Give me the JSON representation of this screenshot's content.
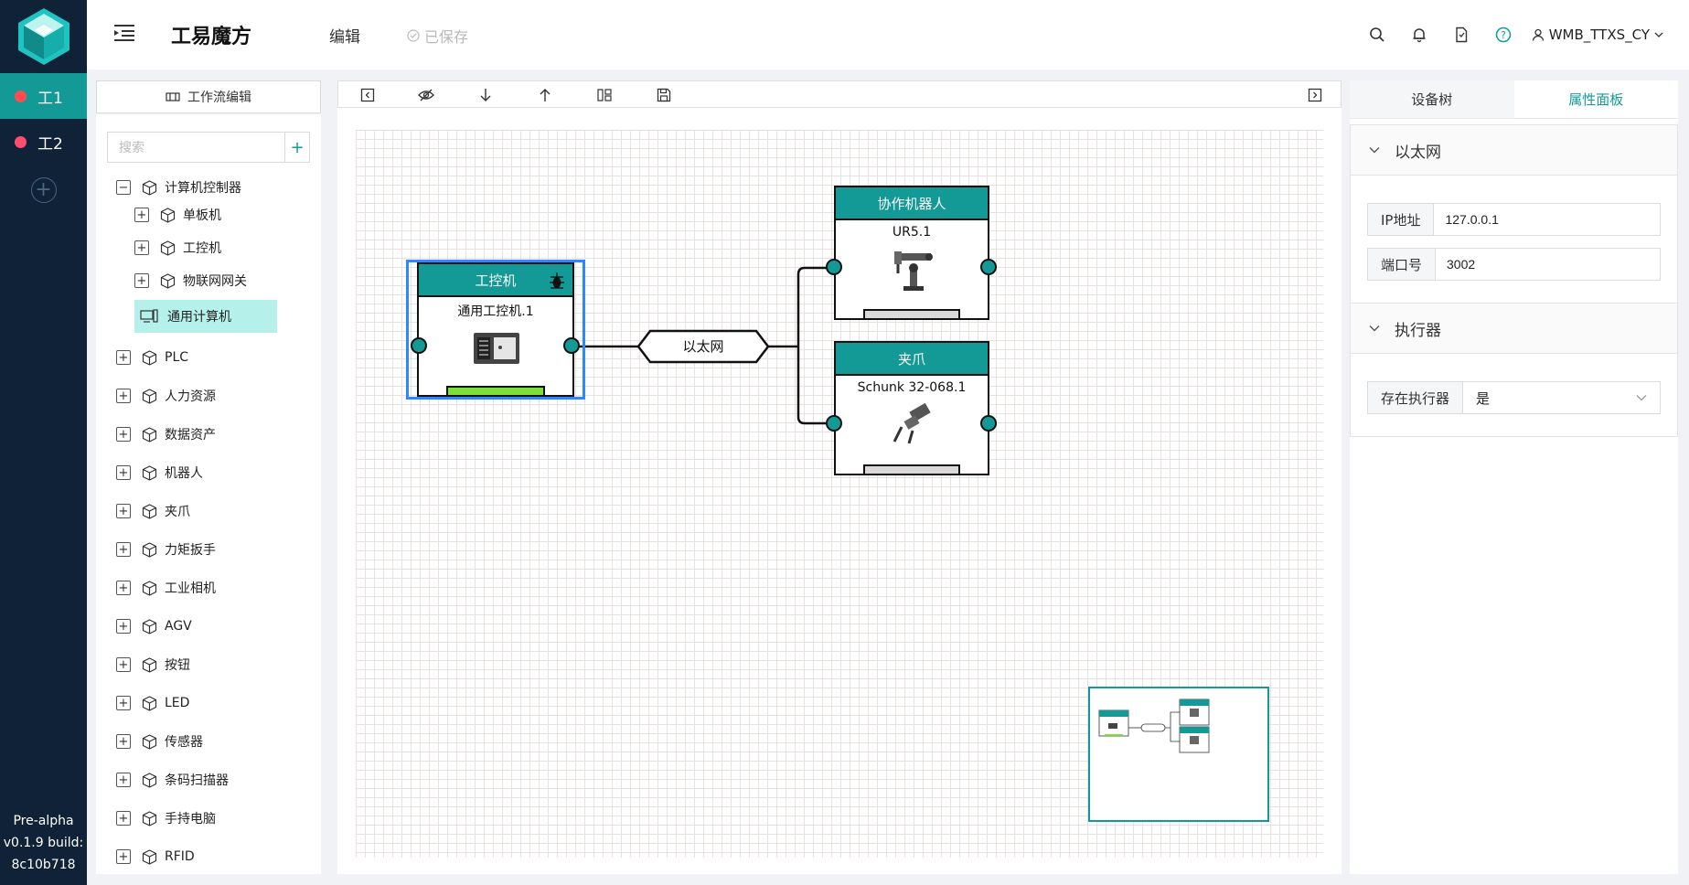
{
  "app": {
    "title": "工易魔方",
    "mode": "编辑",
    "save_status": "已保存",
    "user": "WMB_TTXS_CY",
    "accent_color": "#139a96",
    "top_icons": [
      "search-icon",
      "bell-icon",
      "document-icon",
      "help-icon"
    ]
  },
  "rail": {
    "tabs": [
      {
        "label": "工1",
        "dot_color": "#ff4d4f",
        "active": true
      },
      {
        "label": "工2",
        "dot_color": "#ff4d6d",
        "active": false
      }
    ],
    "version_lines": [
      "Pre-alpha",
      "v0.1.9 build:",
      "8c10b718"
    ]
  },
  "left_panel": {
    "workflow_button": "工作流编辑",
    "search_placeholder": "搜索",
    "add_label": "+",
    "tree": [
      {
        "label": "计算机控制器",
        "expander": "−"
      },
      {
        "label": "单板机",
        "expander": "+"
      },
      {
        "label": "工控机",
        "expander": "+"
      },
      {
        "label": "物联网网关",
        "expander": "+"
      },
      {
        "label": "通用计算机",
        "expander": ""
      },
      {
        "label": "PLC",
        "expander": "+"
      },
      {
        "label": "人力资源",
        "expander": "+"
      },
      {
        "label": "数据资产",
        "expander": "+"
      },
      {
        "label": "机器人",
        "expander": "+"
      },
      {
        "label": "夹爪",
        "expander": "+"
      },
      {
        "label": "力矩扳手",
        "expander": "+"
      },
      {
        "label": "工业相机",
        "expander": "+"
      },
      {
        "label": "AGV",
        "expander": "+"
      },
      {
        "label": "按钮",
        "expander": "+"
      },
      {
        "label": "LED",
        "expander": "+"
      },
      {
        "label": "传感器",
        "expander": "+"
      },
      {
        "label": "条码扫描器",
        "expander": "+"
      },
      {
        "label": "手持电脑",
        "expander": "+"
      },
      {
        "label": "RFID",
        "expander": "+"
      }
    ]
  },
  "canvas": {
    "toolbar": [
      "collapse-left-icon",
      "hide-icon",
      "arrow-down-icon",
      "arrow-up-icon",
      "layout-icon",
      "save-icon",
      "collapse-right-icon"
    ],
    "nodes": {
      "ipc": {
        "header": "工控机",
        "name": "通用工控机.1",
        "bar_color": "#7ddf3a"
      },
      "robot": {
        "header": "协作机器人",
        "name": "UR5.1",
        "bar_color": "#d9d9d9"
      },
      "gripper": {
        "header": "夹爪",
        "name": "Schunk 32-068.1",
        "bar_color": "#d9d9d9"
      }
    },
    "link_label": "以太网"
  },
  "right_panel": {
    "tabs": [
      {
        "label": "设备树",
        "active": false
      },
      {
        "label": "属性面板",
        "active": true
      }
    ],
    "sections": {
      "ethernet": {
        "title": "以太网",
        "ip_label": "IP地址",
        "ip_value": "127.0.0.1",
        "port_label": "端口号",
        "port_value": "3002"
      },
      "executor": {
        "title": "执行器",
        "has_executor_label": "存在执行器",
        "has_executor_value": "是"
      }
    }
  }
}
